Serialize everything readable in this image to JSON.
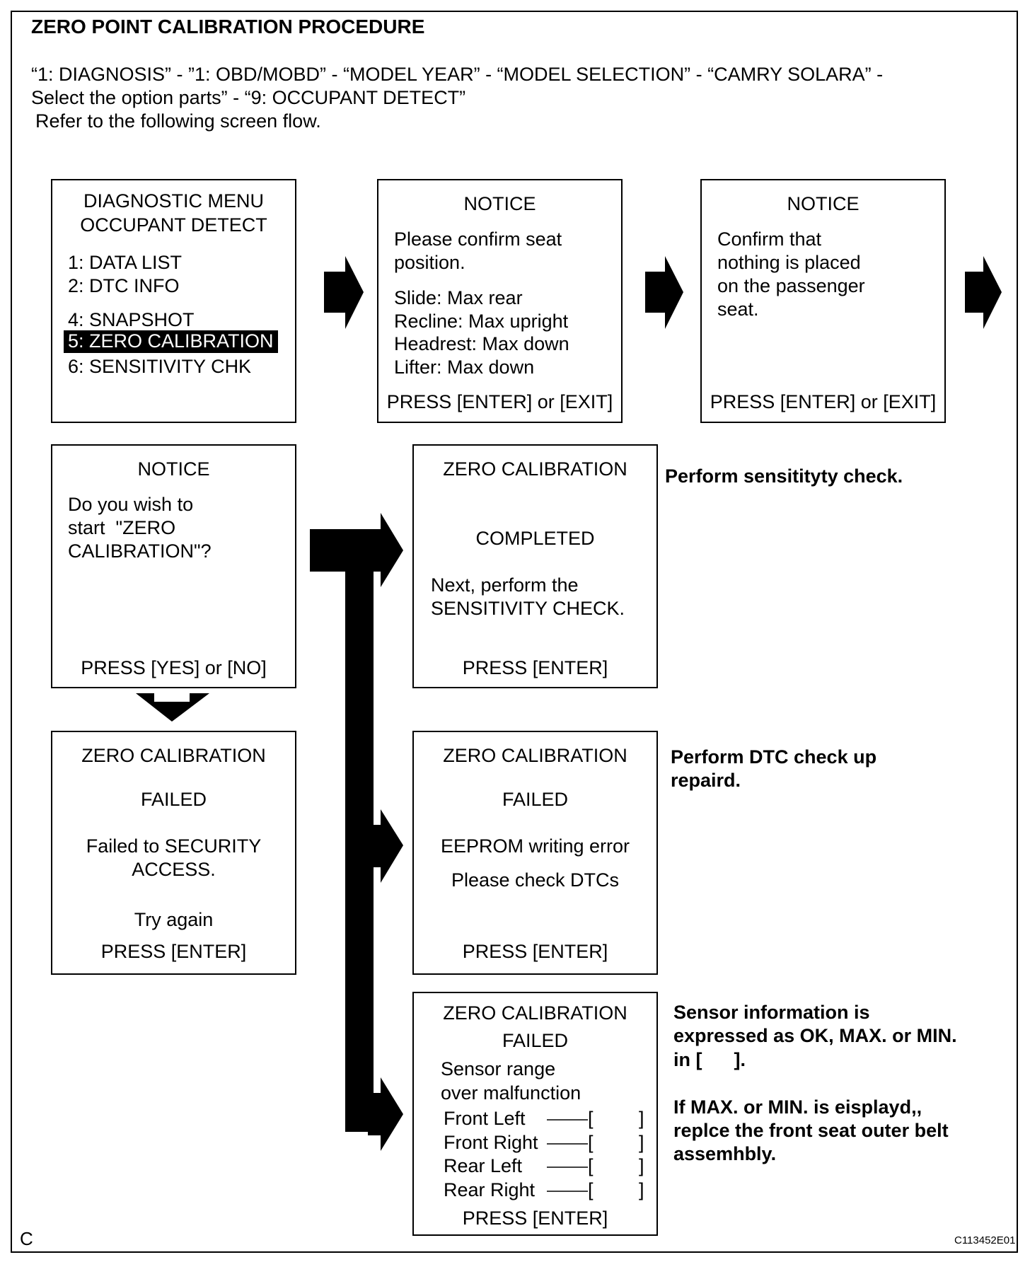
{
  "title": "ZERO POINT CALIBRATION PROCEDURE",
  "intro": {
    "line1": "“1: DIAGNOSIS” - ”1: OBD/MOBD” - “MODEL YEAR” - “MODEL SELECTION” - “CAMRY SOLARA” -",
    "line2": "Select the option parts” - “9: OCCUPANT DETECT”",
    "line3": "Refer to the following screen flow."
  },
  "screens": {
    "diag_menu": {
      "title1": "DIAGNOSTIC MENU",
      "title2": "OCCUPANT DETECT",
      "items": [
        "1: DATA LIST",
        "2: DTC INFO",
        "4: SNAPSHOT",
        "5: ZERO CALIBRATION",
        "6: SENSITIVITY CHK"
      ],
      "selected": "5: ZERO CALIBRATION"
    },
    "notice_seat": {
      "title": "NOTICE",
      "body": [
        "Please confirm seat",
        "position."
      ],
      "settings": [
        "Slide: Max rear",
        "Recline: Max upright",
        "Headrest: Max down",
        "Lifter: Max down"
      ],
      "prompt": "PRESS [ENTER] or [EXIT]"
    },
    "notice_passenger": {
      "title": "NOTICE",
      "body": [
        "Confirm that",
        "nothing is placed",
        "on the passenger",
        "seat."
      ],
      "prompt": "PRESS [ENTER] or [EXIT]"
    },
    "notice_start": {
      "title": "NOTICE",
      "body": [
        "Do you wish to",
        "start  \"ZERO",
        "CALIBRATION\"?"
      ],
      "prompt": "PRESS [YES] or [NO]"
    },
    "completed": {
      "title": "ZERO CALIBRATION",
      "status": "COMPLETED",
      "body": [
        "Next, perform the",
        "SENSITIVITY CHECK."
      ],
      "prompt": "PRESS [ENTER]"
    },
    "failed_security": {
      "title": "ZERO CALIBRATION",
      "status": "FAILED",
      "body": [
        "Failed to SECURITY",
        "ACCESS."
      ],
      "retry": "Try again",
      "prompt": "PRESS [ENTER]"
    },
    "failed_eeprom": {
      "title": "ZERO CALIBRATION",
      "status": "FAILED",
      "body": [
        "EEPROM writing error",
        "Please check DTCs"
      ],
      "prompt": "PRESS [ENTER]"
    },
    "failed_sensor": {
      "title": "ZERO CALIBRATION",
      "status": "FAILED",
      "body": [
        "Sensor range",
        "over malfunction"
      ],
      "sensors": [
        "Front Left",
        "Front Right",
        "Rear Left",
        "Rear Right"
      ],
      "bracket_open": "[",
      "bracket_close": "]",
      "prompt": "PRESS [ENTER]"
    }
  },
  "notes": {
    "sensitivity": "Perform sensitityty check.",
    "dtc": [
      "Perform DTC check up",
      "repaird."
    ],
    "sensor_info": [
      "Sensor information is",
      "expressed as OK, MAX. or MIN.",
      "in [      ]."
    ],
    "replace": [
      "If MAX. or MIN. is eisplayd,,",
      "replce the front seat outer belt",
      "assemhbly."
    ]
  },
  "corner_letter": "C",
  "figure_id": "C113452E01",
  "icons": [
    "right-arrow-icon",
    "down-arrow-icon",
    "flow-connector"
  ]
}
